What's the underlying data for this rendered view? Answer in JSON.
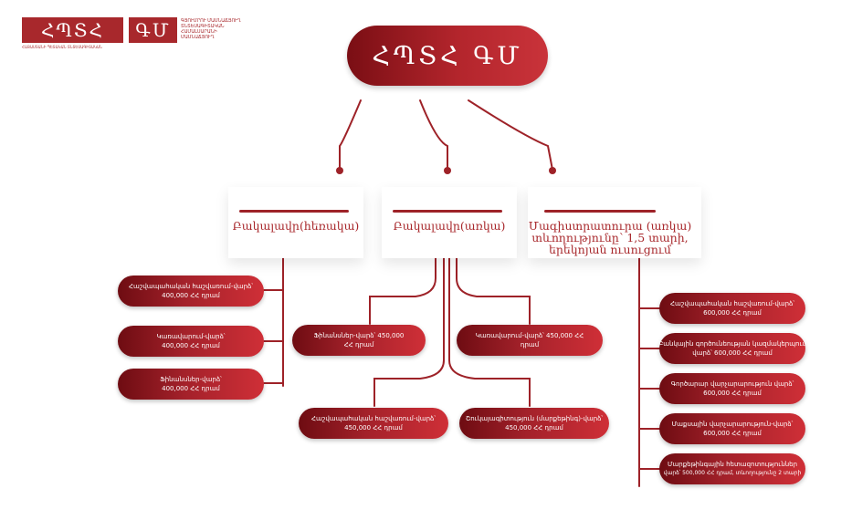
{
  "logo": {
    "mark_left": "ՀՊՏՀ",
    "mark_right": "ԳՄ",
    "caption_left": "ՀԱՅԱՍՏԱՆԻ ՊԵՏԱԿԱՆ ՏՆՏԵՍԱԳԻՏԱԿԱՆ",
    "caption_right_lines": [
      "ԳՅՈՒՄՐՈՒ ՄԱՍՆԱՃՅՈՒՂ",
      "ՏՆՏԵՍԱԳԻՏԱԿԱՆ",
      "ՀԱՄԱԼՍԱՐԱՆԻ",
      "ՄԱՍՆԱՃՅՈՒՂ"
    ]
  },
  "root": {
    "label": "ՀՊՏՀ ԳՄ"
  },
  "categories": [
    {
      "id": "bachelor-parttime",
      "title_lines": [
        "Բակալավր(հեռակա)"
      ]
    },
    {
      "id": "bachelor-fulltime",
      "title_lines": [
        "Բակալավր(առկա)"
      ]
    },
    {
      "id": "master-fulltime",
      "title_lines": [
        "Մագիստրատուրա (առկա)",
        "տևողությունը՝ 1,5 տարի,",
        "երեկոյան ուսուցում"
      ]
    }
  ],
  "parttime_items": [
    {
      "lines": [
        "Հաշվապահական հաշվառում-վարձ՝",
        "400,000 ՀՀ դրամ"
      ]
    },
    {
      "lines": [
        "Կառավարում-վարձ՝",
        "400,000 ՀՀ դրամ"
      ]
    },
    {
      "lines": [
        "Ֆինանսներ-վարձ՝",
        "400,000 ՀՀ դրամ"
      ]
    }
  ],
  "fulltime_items": [
    {
      "lines": [
        "Ֆինանսներ-վարձ՝ 450,000",
        "ՀՀ դրամ"
      ]
    },
    {
      "lines": [
        "Կառավարում-վարձ՝ 450,000 ՀՀ",
        "դրամ"
      ]
    },
    {
      "lines": [
        "Հաշվապահական հաշվառում-վարձ՝",
        "450,000 ՀՀ դրամ"
      ]
    },
    {
      "lines": [
        "Շուկայագիտություն (մարքեթինգ)-վարձ՝",
        "450,000 ՀՀ դրամ"
      ]
    }
  ],
  "master_items": [
    {
      "lines": [
        "Հաշվապահական հաշվառում-վարձ՝",
        "600,000 ՀՀ դրամ"
      ]
    },
    {
      "lines": [
        "Բանկային գործունեության կազմակերպում",
        "վարձ՝ 600,000 ՀՀ դրամ"
      ]
    },
    {
      "lines": [
        "Գործարար վարչարարություն վարձ՝",
        "600,000 ՀՀ դրամ"
      ]
    },
    {
      "lines": [
        "Մաքսային վարչարարություն-վարձ՝",
        "600,000 ՀՀ դրամ"
      ]
    },
    {
      "lines": [
        "Մարքեթինգային հետազոտություններ",
        "վարձ՝ 500,000 ՀՀ դրամ, տևողությունը 2 տարի"
      ]
    }
  ],
  "colors": {
    "brand": "#a8282c",
    "dark": "#6e0c12",
    "line": "#9e2228"
  }
}
